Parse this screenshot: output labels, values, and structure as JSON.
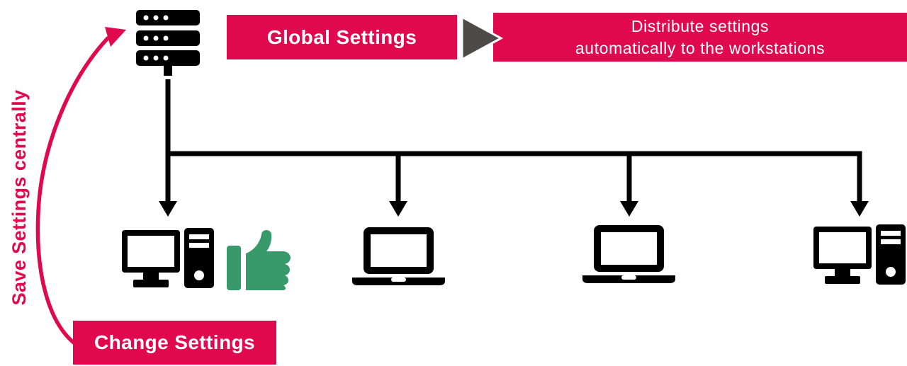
{
  "colors": {
    "red": "#E1094E",
    "green": "#38996B",
    "gray": "#4D4A4A",
    "black": "#000000",
    "white": "#FFFFFF"
  },
  "labels": {
    "global": "Global Settings",
    "distribute_line1": "Distribute settings",
    "distribute_line2": "automatically to the workstations",
    "change": "Change Settings",
    "save_centrally": "Save Settings centrally"
  },
  "icons": [
    "server-icon",
    "flow-arrow-icon",
    "curved-arrow-icon",
    "down-arrow-icon",
    "desktop-computer-icon",
    "laptop-icon",
    "thumbs-up-icon"
  ]
}
